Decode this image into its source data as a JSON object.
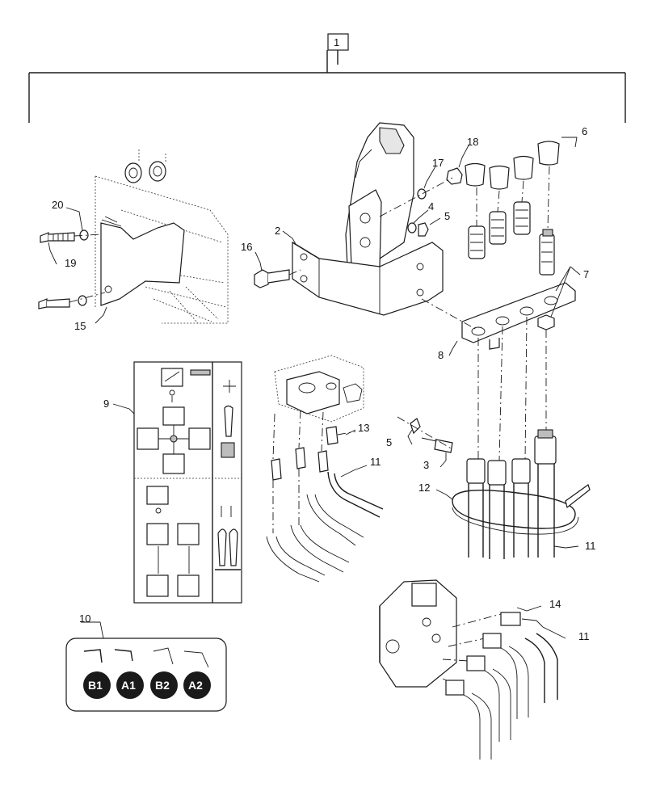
{
  "callouts": {
    "c1": "1",
    "c2": "2",
    "c3": "3",
    "c4": "4",
    "c5a": "5",
    "c5b": "5",
    "c6": "6",
    "c7": "7",
    "c8": "8",
    "c9": "9",
    "c10": "10",
    "c11a": "11",
    "c11b": "11",
    "c11c": "11",
    "c12": "12",
    "c13": "13",
    "c14": "14",
    "c15": "15",
    "c16": "16",
    "c17": "17",
    "c18": "18",
    "c19": "19",
    "c20": "20"
  },
  "decal_10": {
    "labels": [
      "B1",
      "A1",
      "B2",
      "A2"
    ],
    "badge_color": "#1a1a1a"
  }
}
